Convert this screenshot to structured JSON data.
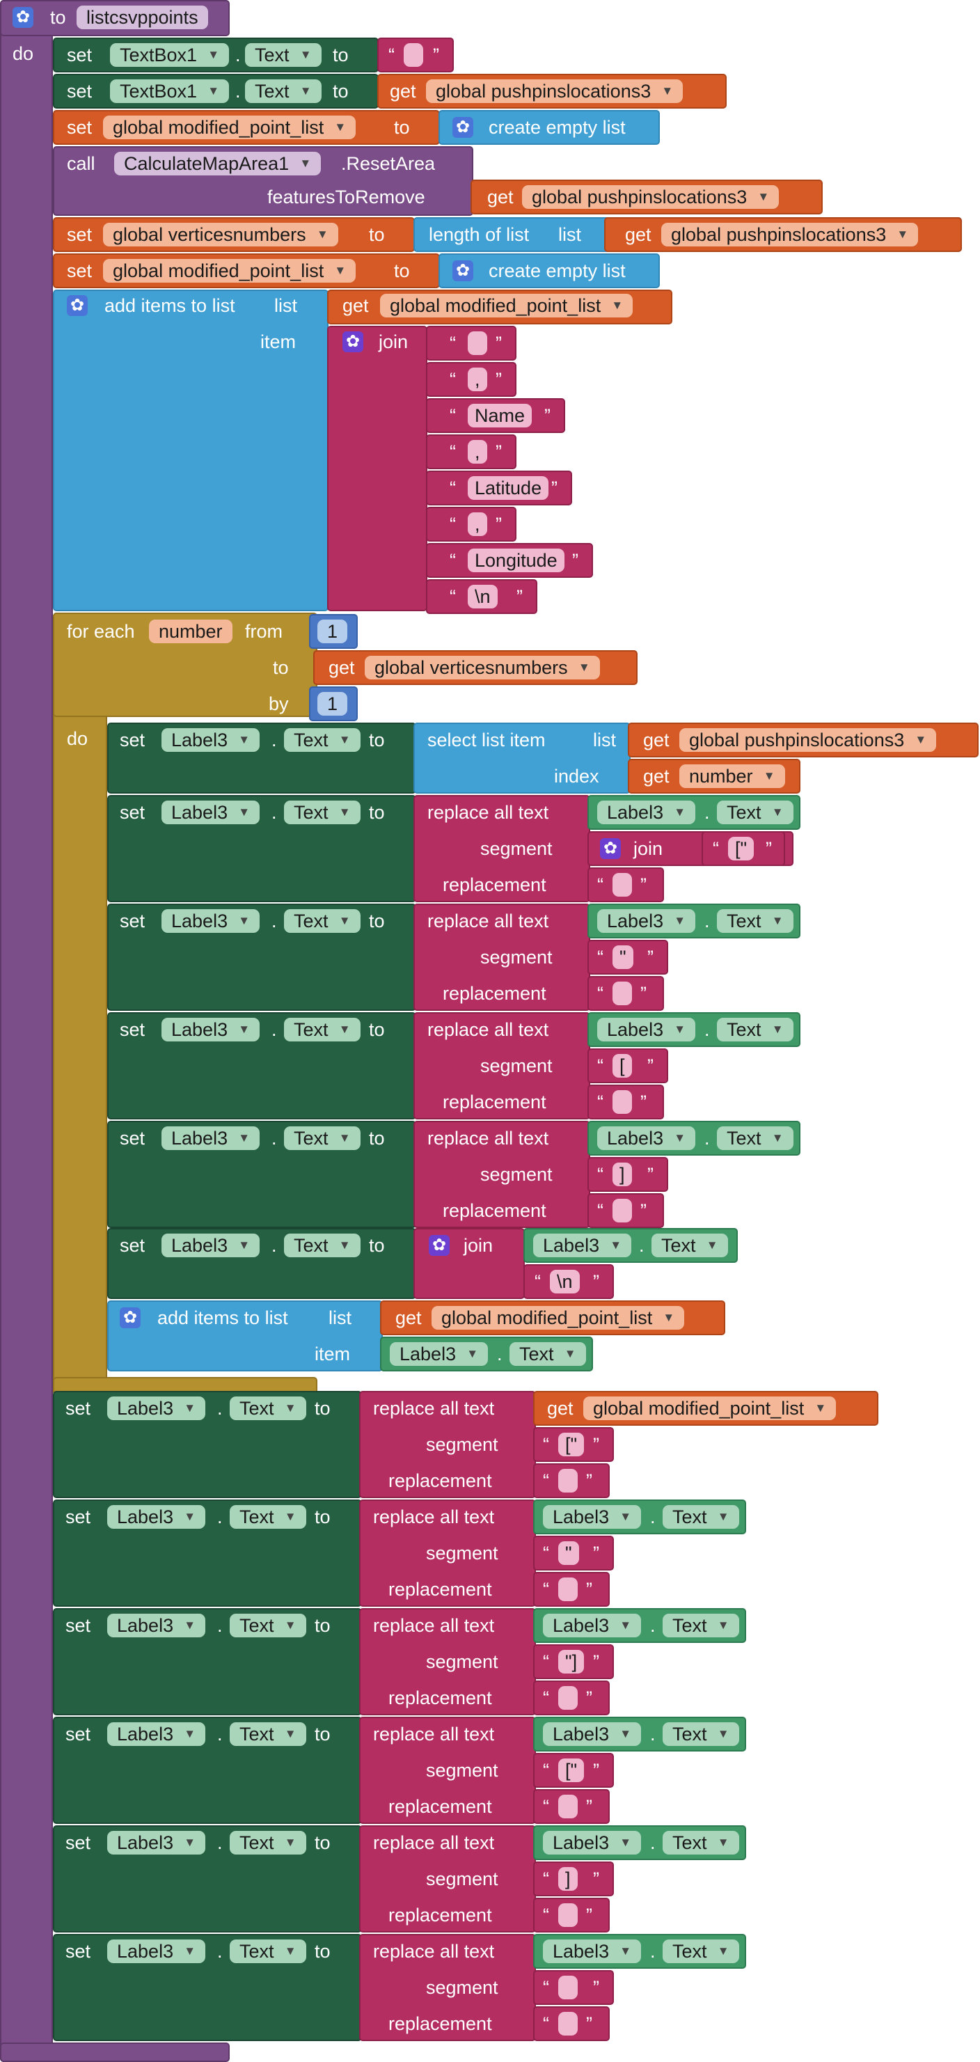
{
  "procedure": {
    "to_label": "to",
    "name": "listcsvppoints",
    "do_label": "do"
  },
  "kw": {
    "set": "set",
    "to": "to",
    "get": "get",
    "call": "call",
    "dot": ".",
    "create_empty_list": "create empty list",
    "length_of_list": "length of list",
    "list": "list",
    "add_items_to_list": "add items to list",
    "item": "item",
    "join": "join",
    "for_each": "for each",
    "from": "from",
    "by": "by",
    "do": "do",
    "select_list_item": "select list item",
    "index": "index",
    "replace_all_text": "replace all text",
    "segment": "segment",
    "replacement": "replacement",
    "reset_area": ".ResetArea",
    "features_to_remove": "featuresToRemove",
    "quote_open": "“",
    "quote_close": "”"
  },
  "components": {
    "textbox1": "TextBox1",
    "label3": "Label3",
    "text_prop": "Text",
    "map_area": "CalculateMapArea1"
  },
  "vars": {
    "pushpins": "global pushpinslocations3",
    "modified": "global modified_point_list",
    "vertices": "global verticesnumbers",
    "loop_var": "number",
    "loop_get": "number"
  },
  "join_strings": [
    " ",
    ",",
    "Name",
    ",",
    "Latitude",
    ",",
    "Longitude",
    "\\n"
  ],
  "numbers": {
    "from": "1",
    "by": "1"
  },
  "strings": {
    "empty": " ",
    "open_bracket_quote": "[\"",
    "quote_char": "\"",
    "open_bracket": "[",
    "close_bracket": "]",
    "newline": "\\n",
    "close_quote_bracket": "\"]"
  },
  "colors": {
    "procedure": "#7c4e89",
    "setter": "#266043",
    "component": "#3f9a67",
    "text": "#b42e61",
    "variable": "#d65a26",
    "list": "#41a0d4",
    "control": "#b5902e",
    "number": "#4a78c4"
  }
}
